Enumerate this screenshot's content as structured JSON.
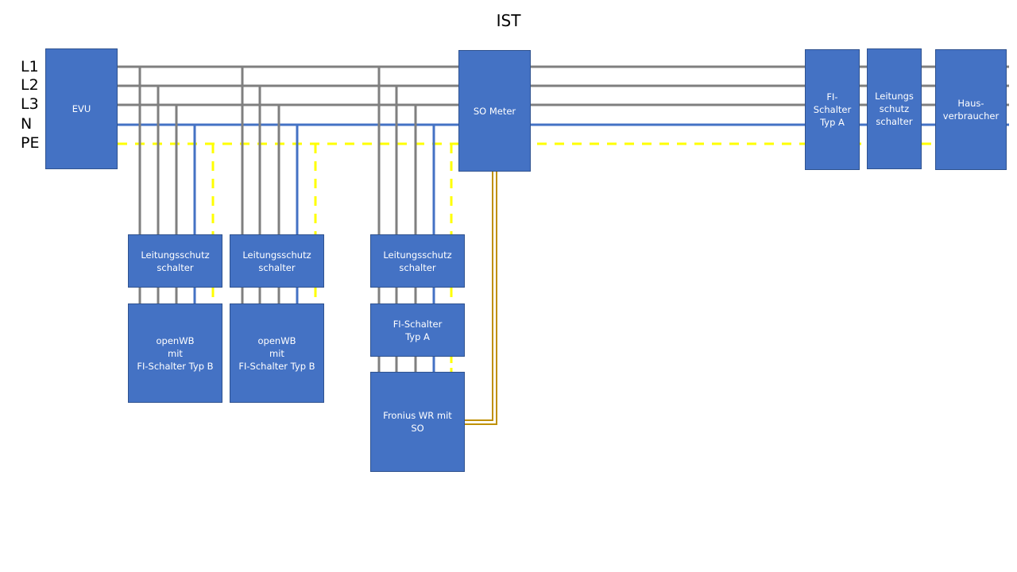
{
  "title": "IST",
  "conductors": [
    {
      "label": "L1",
      "type": "phase",
      "color": "#7f7f7f"
    },
    {
      "label": "L2",
      "type": "phase",
      "color": "#7f7f7f"
    },
    {
      "label": "L3",
      "type": "phase",
      "color": "#7f7f7f"
    },
    {
      "label": "N",
      "type": "neutral",
      "color": "#4472c4"
    },
    {
      "label": "PE",
      "type": "protective-earth",
      "color": "#ffff00"
    }
  ],
  "s0_link_color": "#bf9000",
  "box_color": "#4472c4",
  "boxes": {
    "evu": "EVU",
    "s0_meter": "SO Meter",
    "fi_main": "FI-\nSchalter\nTyp A",
    "ls_main": "Leitungs\nschutz\nschalter",
    "haus": "Haus-\nverbraucher",
    "ls_wb1": "Leitungsschutz\nschalter",
    "wb1": "openWB\nmit\nFI-Schalter Typ B",
    "ls_wb2": "Leitungsschutz\nschalter",
    "wb2": "openWB\nmit\nFI-Schalter Typ B",
    "ls_wr": "Leitungsschutz\nschalter",
    "fi_wr": "FI-Schalter\nTyp A",
    "wr": "Fronius WR mit\nSO"
  },
  "connections": [
    {
      "from": "EVU",
      "to": "SO Meter",
      "conductors": [
        "L1",
        "L2",
        "L3",
        "N",
        "PE"
      ]
    },
    {
      "from": "SO Meter",
      "to": "FI-Schalter Typ A",
      "conductors": [
        "L1",
        "L2",
        "L3",
        "N",
        "PE"
      ]
    },
    {
      "from": "FI-Schalter Typ A",
      "to": "Leitungsschutzschalter",
      "conductors": [
        "L1",
        "L2",
        "L3",
        "N",
        "PE"
      ]
    },
    {
      "from": "Leitungsschutzschalter",
      "to": "Hausverbraucher",
      "conductors": [
        "L1",
        "L2",
        "L3",
        "N",
        "PE"
      ]
    },
    {
      "from": "Bus (EVU side)",
      "to": "openWB 1",
      "conductors": [
        "L1",
        "L2",
        "L3",
        "N",
        "PE"
      ]
    },
    {
      "from": "Bus (EVU side)",
      "to": "openWB 2",
      "conductors": [
        "L1",
        "L2",
        "L3",
        "N",
        "PE"
      ]
    },
    {
      "from": "Bus (EVU side)",
      "to": "Fronius WR",
      "conductors": [
        "L1",
        "L2",
        "L3",
        "N",
        "PE"
      ]
    },
    {
      "from": "SO Meter",
      "to": "Fronius WR mit SO",
      "conductors": [
        "S0"
      ]
    }
  ]
}
